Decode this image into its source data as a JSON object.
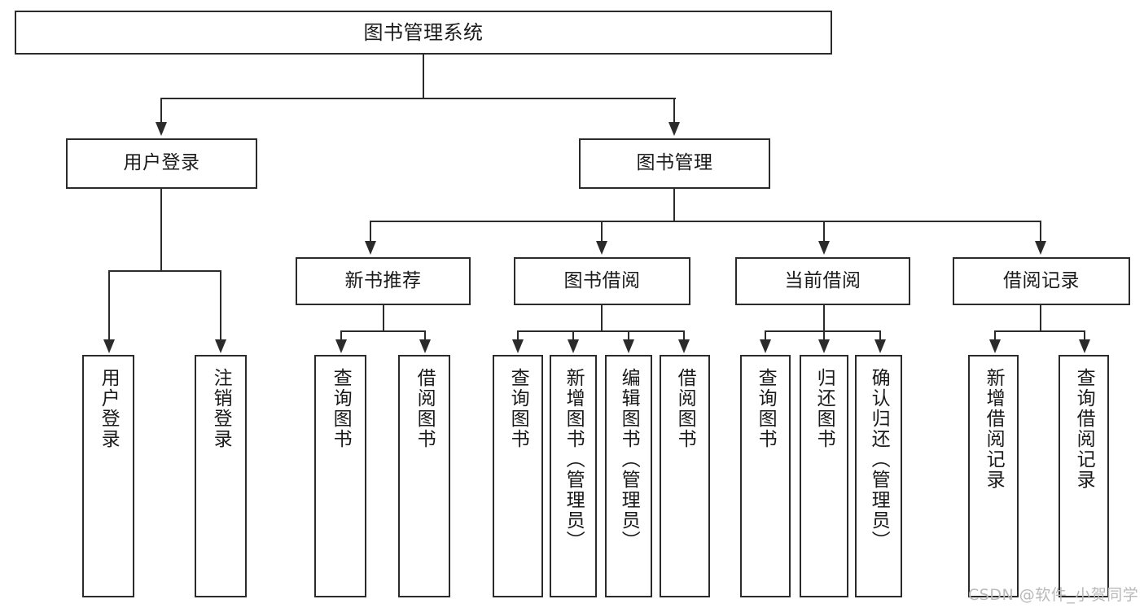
{
  "diagram": {
    "type": "tree-hierarchy-chart",
    "title": "图书管理系统",
    "colors": {
      "box_border": "#2b2b2b",
      "box_fill": "#ffffff",
      "connector": "#2b2b2b",
      "text": "#1a1a1a",
      "watermark": "#b9b9b9",
      "background": "#ffffff"
    },
    "levels": {
      "root": {
        "label": "图书管理系统"
      },
      "level2": [
        {
          "label": "用户登录"
        },
        {
          "label": "图书管理"
        }
      ],
      "level3": [
        {
          "label": "新书推荐"
        },
        {
          "label": "图书借阅"
        },
        {
          "label": "当前借阅"
        },
        {
          "label": "借阅记录"
        }
      ],
      "leaves": [
        {
          "label": "用户登录",
          "parent": "用户登录"
        },
        {
          "label": "注销登录",
          "parent": "用户登录"
        },
        {
          "label": "查询图书",
          "parent": "新书推荐"
        },
        {
          "label": "借阅图书",
          "parent": "新书推荐"
        },
        {
          "label": "查询图书",
          "parent": "图书借阅"
        },
        {
          "label": "新增图书（管理员）",
          "parent": "图书借阅"
        },
        {
          "label": "编辑图书（管理员）",
          "parent": "图书借阅"
        },
        {
          "label": "借阅图书",
          "parent": "图书借阅"
        },
        {
          "label": "查询图书",
          "parent": "当前借阅"
        },
        {
          "label": "归还图书",
          "parent": "当前借阅"
        },
        {
          "label": "确认归还（管理员）",
          "parent": "当前借阅"
        },
        {
          "label": "新增借阅记录",
          "parent": "借阅记录"
        },
        {
          "label": "查询借阅记录",
          "parent": "借阅记录"
        }
      ]
    },
    "watermark": "CSDN @软件_小贺同学"
  }
}
